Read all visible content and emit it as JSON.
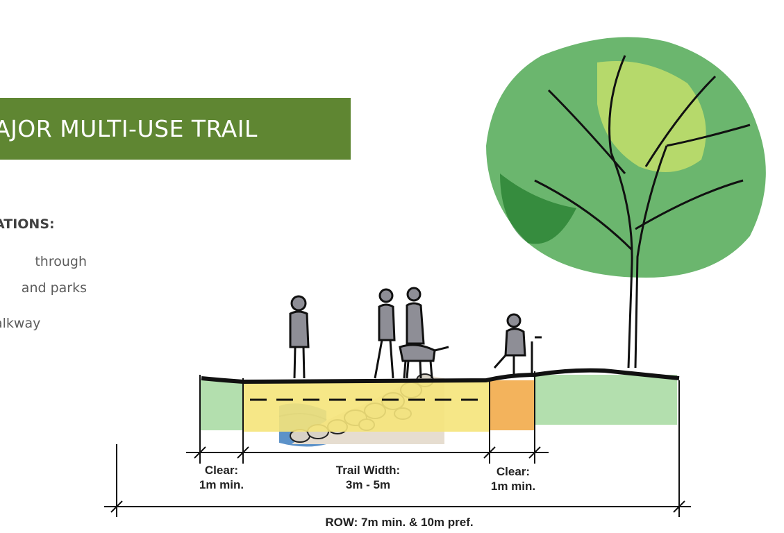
{
  "banner": {
    "title": "AJOR MULTI-USE TRAIL"
  },
  "sidebar": {
    "heading": "ATIONS:",
    "lines": [
      "through",
      "and parks",
      "alkway"
    ]
  },
  "dimensions": {
    "clear_left": {
      "line1": "Clear:",
      "line2": "1m min."
    },
    "trail": {
      "line1": "Trail Width:",
      "line2": "3m - 5m"
    },
    "clear_right": {
      "line1": "Clear:",
      "line2": "1m min."
    },
    "row": "ROW: 7m min. & 10m pref."
  },
  "colors": {
    "banner": "#5f8632",
    "water": "#3f7fc0",
    "verge_green": "#a6d9a0",
    "trail_yellow": "#f5e47a",
    "clear_orange": "#f2ab4a",
    "tree_green": "#3a9e3e"
  }
}
